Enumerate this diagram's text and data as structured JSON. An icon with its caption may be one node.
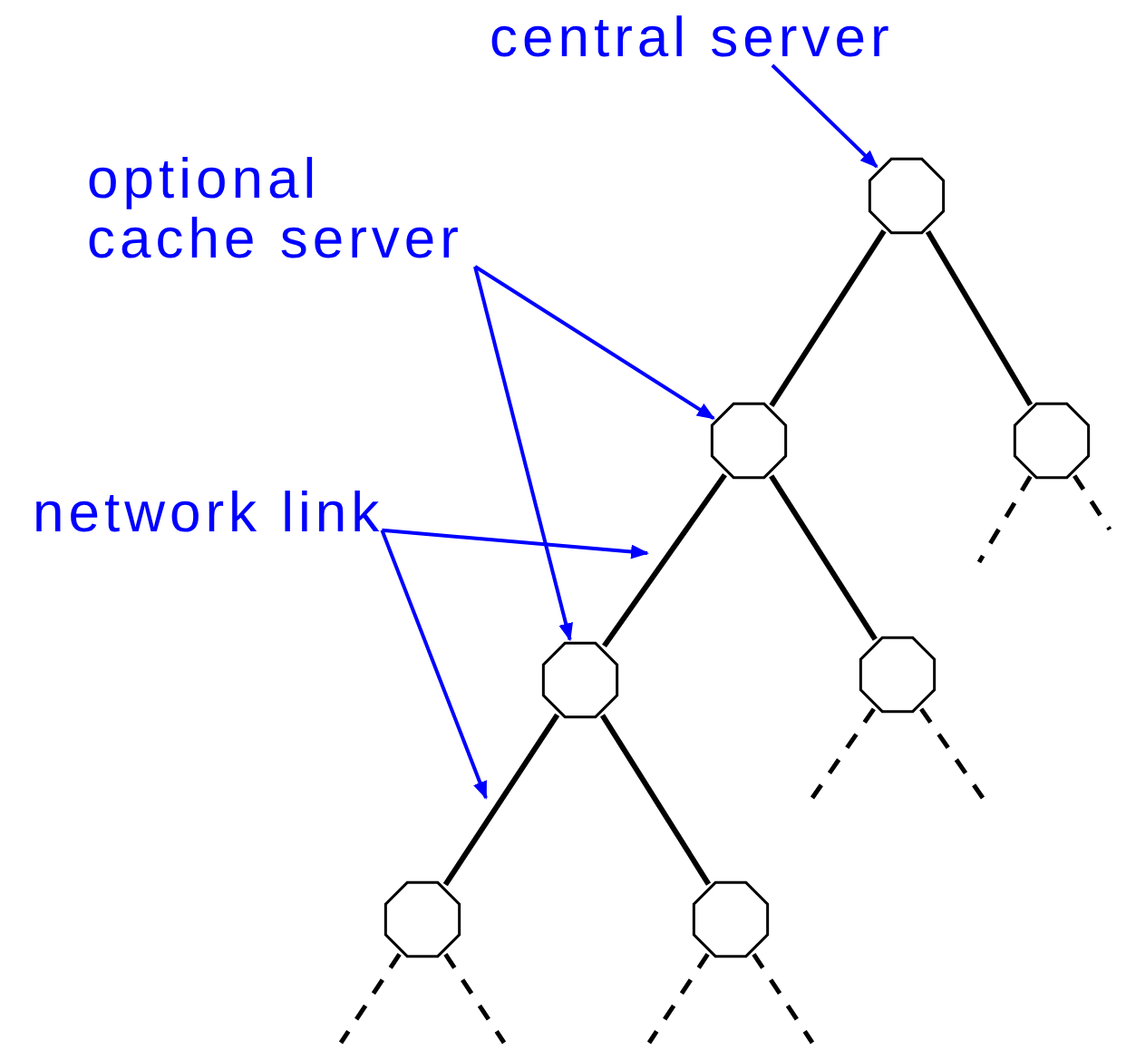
{
  "diagram": {
    "nodes": [
      {
        "text": [
          "central server"
        ]
      },
      {
        "text": [],
        "shape": "octagon"
      },
      {
        "text": [
          "optional cache server"
        ]
      },
      {
        "text": [],
        "shape": "octagon"
      },
      {
        "text": [],
        "shape": "octagon"
      },
      {
        "text": [
          "network link"
        ]
      },
      {
        "text": [],
        "shape": "octagon"
      },
      {
        "text": [],
        "shape": "octagon"
      },
      {
        "text": [],
        "shape": "octagon"
      },
      {
        "text": [],
        "shape": "octagon"
      }
    ],
    "edges": [
      {
        "from": 1,
        "to": 3,
        "arrow": "none"
      },
      {
        "from": 1,
        "to": 4,
        "arrow": "none"
      },
      {
        "from": 3,
        "to": 6,
        "arrow": "none"
      },
      {
        "from": 3,
        "to": 7,
        "arrow": "none"
      },
      {
        "from": 6,
        "to": 8,
        "arrow": "none"
      },
      {
        "from": 6,
        "to": 9,
        "arrow": "none"
      },
      {
        "from": 4,
        "to": null,
        "arrow": "none",
        "style": "dashed"
      },
      {
        "from": 4,
        "to": null,
        "arrow": "none",
        "style": "dashed"
      },
      {
        "from": 7,
        "to": null,
        "arrow": "none",
        "style": "dashed"
      },
      {
        "from": 7,
        "to": null,
        "arrow": "none",
        "style": "dashed"
      },
      {
        "from": 8,
        "to": null,
        "arrow": "none",
        "style": "dashed"
      },
      {
        "from": 8,
        "to": null,
        "arrow": "none",
        "style": "dashed"
      },
      {
        "from": 9,
        "to": null,
        "arrow": "none",
        "style": "dashed"
      },
      {
        "from": 9,
        "to": null,
        "arrow": "none",
        "style": "dashed"
      },
      {
        "from": 0,
        "to": 1,
        "arrow": "to",
        "color": "#0000ff"
      },
      {
        "from": 2,
        "to": 3,
        "arrow": "to",
        "color": "#0000ff"
      },
      {
        "from": 2,
        "to": 6,
        "arrow": "to",
        "color": "#0000ff"
      },
      {
        "from": 5,
        "to": null,
        "arrow": "to",
        "color": "#0000ff"
      },
      {
        "from": 5,
        "to": null,
        "arrow": "to",
        "color": "#0000ff"
      }
    ]
  }
}
